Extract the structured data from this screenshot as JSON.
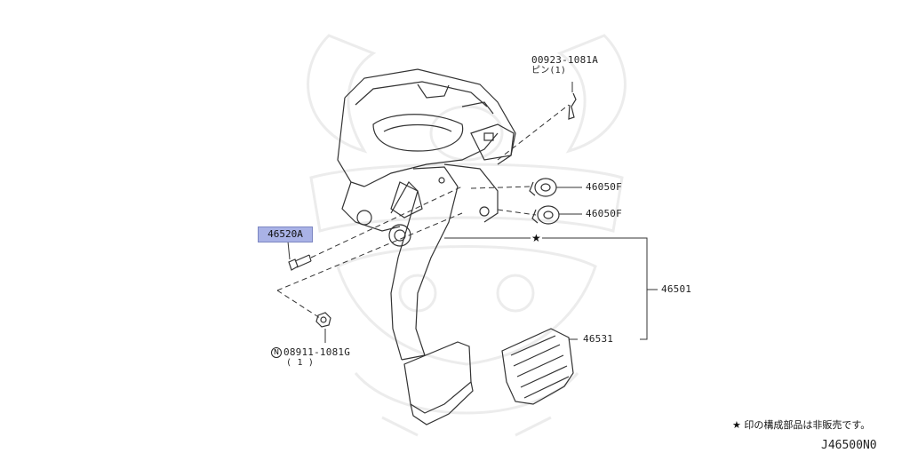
{
  "diagram": {
    "labels": {
      "pin_code": "00923-1081A",
      "pin_qty": "ピン(1)",
      "bushing_upper": "46050F",
      "bushing_lower": "46050F",
      "bolt": "46520A",
      "assembly": "46501",
      "pedal_pad": "46531",
      "nut_code": "08911-1081G",
      "nut_circle": "N",
      "nut_qty": "( 1 )",
      "star_mark": "★"
    },
    "note": "★ 印の構成部品は非販売です。",
    "figure_code": "J46500N0",
    "colors": {
      "line": "#333333",
      "highlight": "#a9b2e6",
      "watermark": "#e9e9e9"
    }
  }
}
